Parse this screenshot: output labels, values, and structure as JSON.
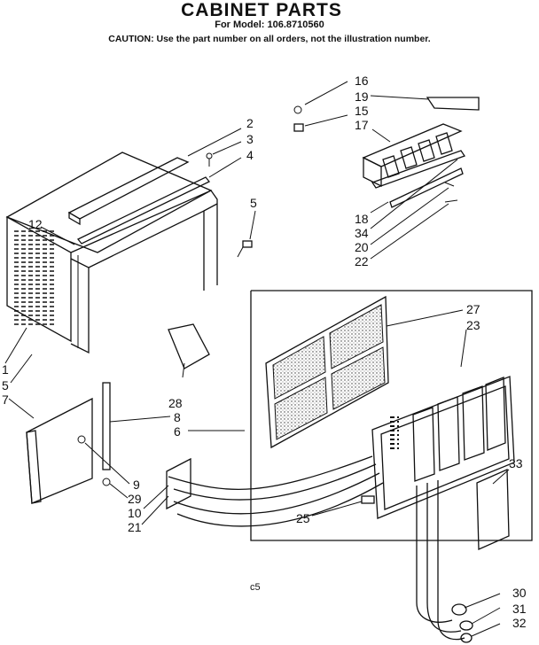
{
  "header": {
    "title": "CABINET PARTS",
    "model_line": "For Model: 106.8710560",
    "caution": "CAUTION: Use the part number on all orders, not the illustration number."
  },
  "footer": {
    "code": "c5"
  },
  "callouts": [
    "2",
    "3",
    "4",
    "5",
    "12",
    "16",
    "19",
    "15",
    "17",
    "18",
    "34",
    "20",
    "22",
    "27",
    "23",
    "1",
    "5",
    "7",
    "28",
    "8",
    "6",
    "9",
    "29",
    "10",
    "21",
    "33",
    "25",
    "30",
    "31",
    "32"
  ]
}
